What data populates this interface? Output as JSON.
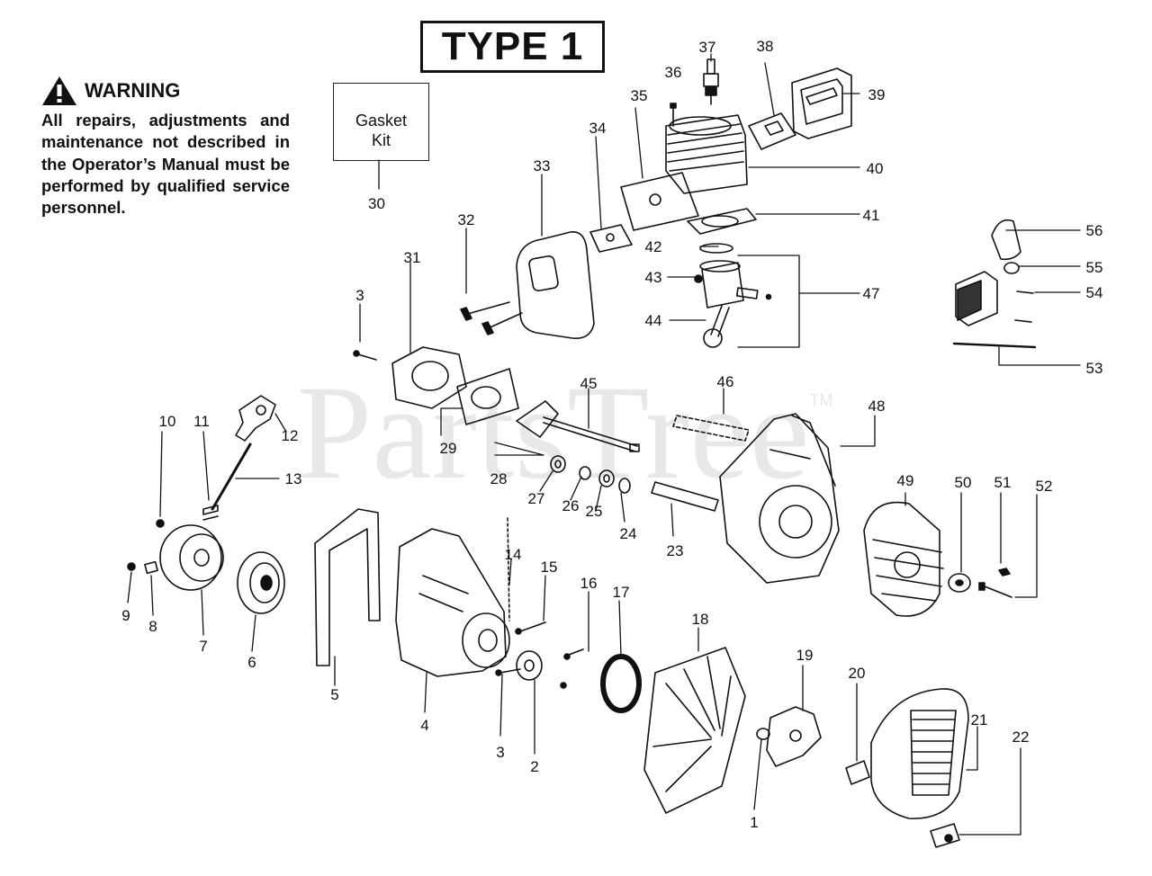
{
  "title": "TYPE 1",
  "warning": {
    "icon": "warning-triangle-icon",
    "heading": "WARNING",
    "text": "All repairs, adjustments and maintenance not described in the Operator’s Manual must be performed by qualified service personnel."
  },
  "gasket_kit": {
    "line1": "Gasket",
    "line2": "Kit",
    "callout": "30"
  },
  "watermark": {
    "text": "PartsTree",
    "mark": "TM"
  },
  "callouts": [
    "1",
    "2",
    "3",
    "3",
    "4",
    "5",
    "6",
    "7",
    "8",
    "9",
    "10",
    "11",
    "12",
    "13",
    "14",
    "15",
    "16",
    "17",
    "18",
    "19",
    "20",
    "21",
    "22",
    "23",
    "24",
    "25",
    "26",
    "27",
    "28",
    "29",
    "31",
    "32",
    "33",
    "34",
    "35",
    "36",
    "37",
    "38",
    "39",
    "40",
    "41",
    "42",
    "43",
    "44",
    "45",
    "46",
    "47",
    "48",
    "49",
    "50",
    "51",
    "52",
    "53",
    "54",
    "55",
    "56"
  ]
}
